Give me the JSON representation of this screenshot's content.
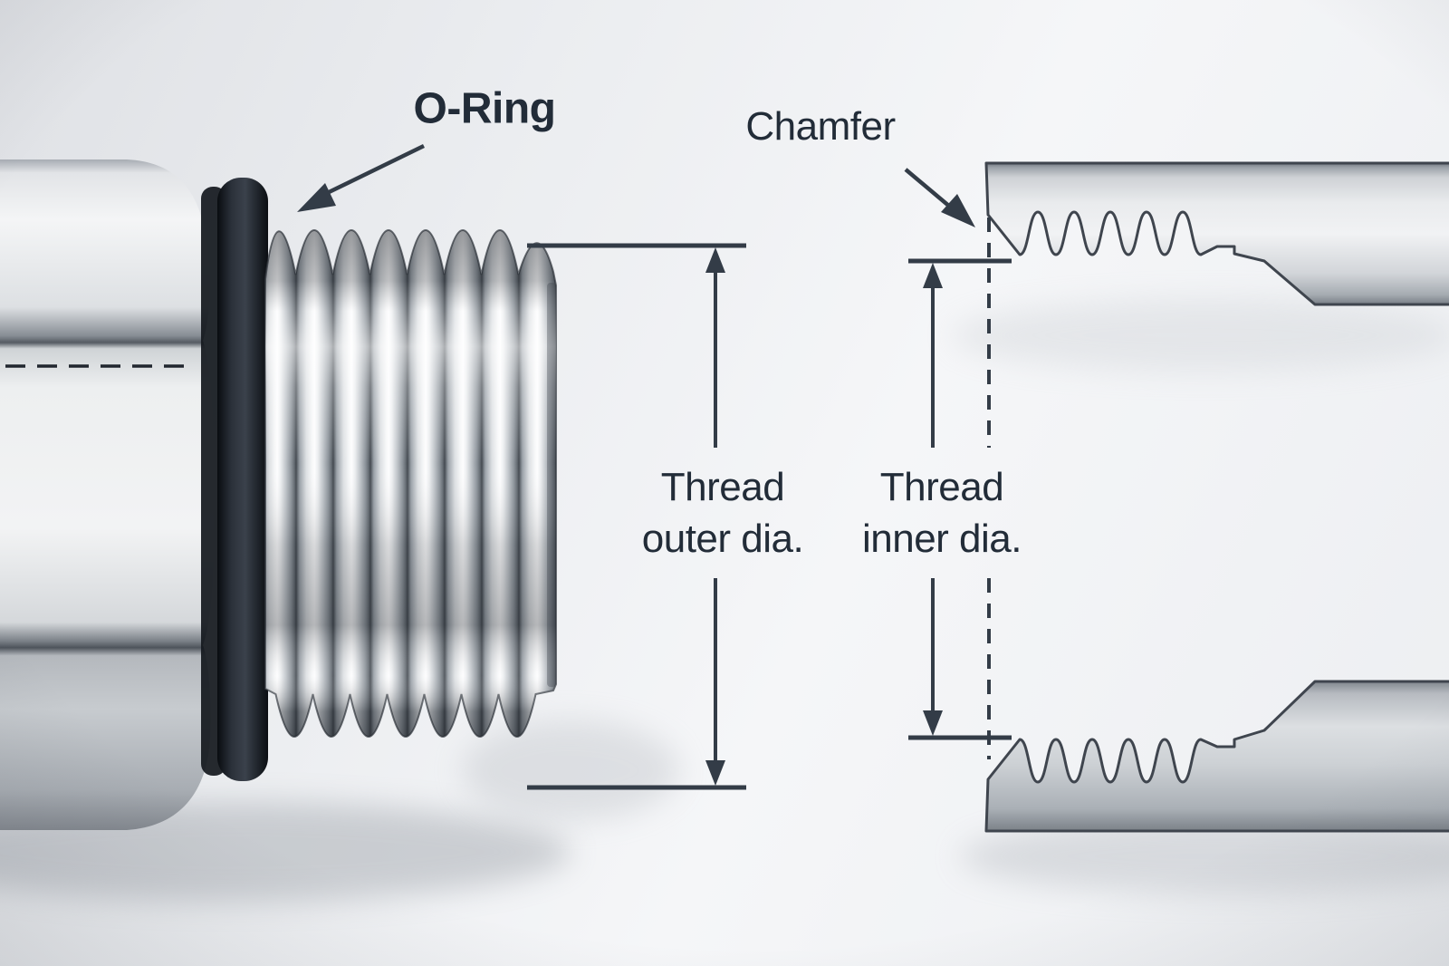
{
  "labels": {
    "o_ring": "O-Ring",
    "chamfer": "Chamfer",
    "thread_outer_line1": "Thread",
    "thread_outer_line2": "outer dia.",
    "thread_inner_line1": "Thread",
    "thread_inner_line2": "inner dia."
  },
  "colors": {
    "background": "#eef0f3",
    "annotation_line": "#333c47",
    "label_text": "#222c38",
    "o_ring_seal": "#14181e",
    "metal_highlight": "#f6f7f8",
    "metal_shadow": "#7c828a"
  }
}
